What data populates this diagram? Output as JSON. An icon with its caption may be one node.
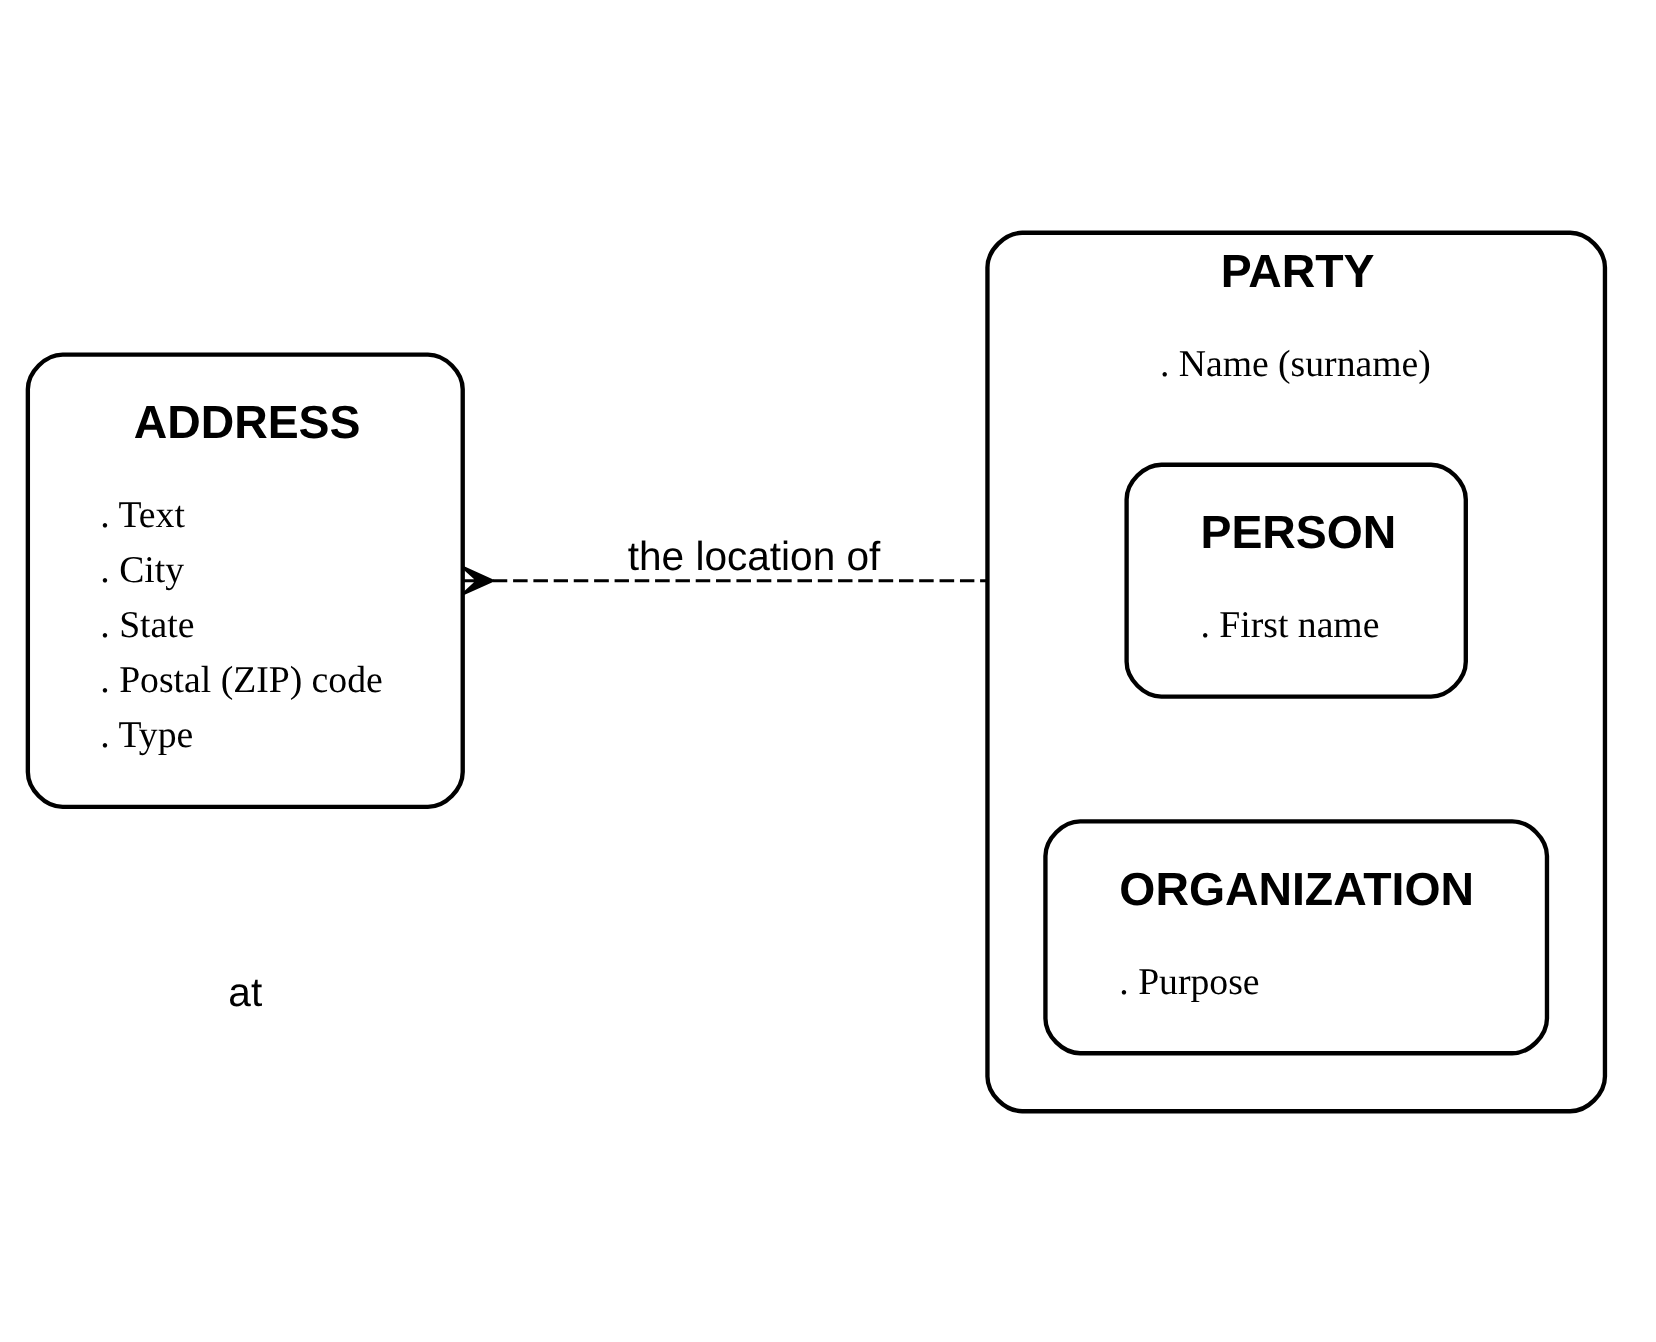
{
  "diagram": {
    "nodes": [
      {
        "text": [
          "ADDRESS",
          ". Text",
          ". City",
          ". State",
          ". Postal (ZIP) code",
          ". Type"
        ]
      },
      {
        "text": [
          "PARTY",
          ". Name (surname)"
        ]
      },
      {
        "text": [
          "PERSON",
          ". First name"
        ],
        "in": 1
      },
      {
        "text": [
          "ORGANIZATION",
          ". Purpose"
        ],
        "in": 1
      }
    ],
    "edges": [
      {
        "from": 0,
        "to": 1,
        "arrow": "other",
        "label": "the location of",
        "style": "dashed"
      }
    ],
    "labels": [
      "at"
    ]
  }
}
